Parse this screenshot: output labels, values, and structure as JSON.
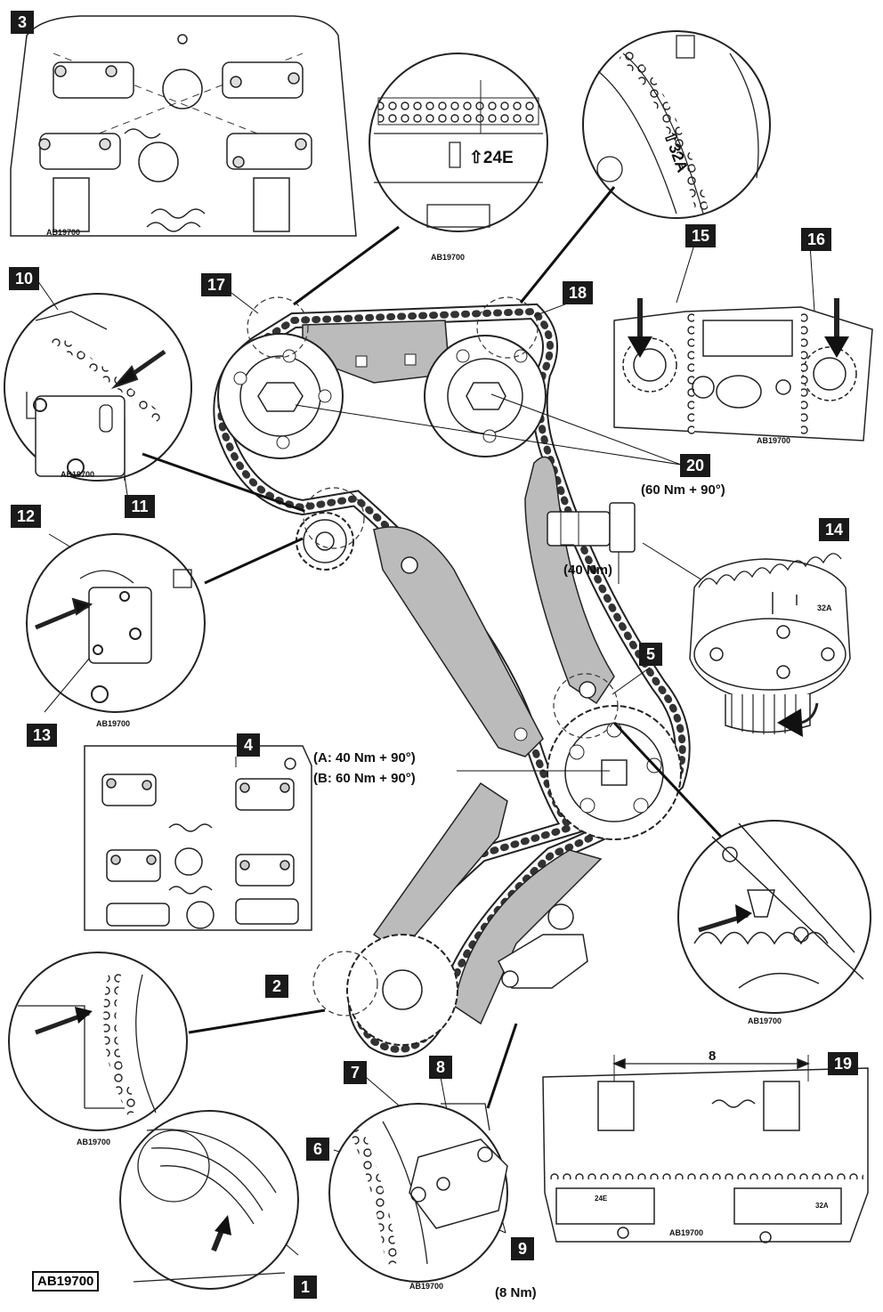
{
  "figure_code": "AB19700",
  "inset_code": "AB19700",
  "callouts": [
    "1",
    "2",
    "3",
    "4",
    "5",
    "6",
    "7",
    "8",
    "9",
    "10",
    "11",
    "12",
    "13",
    "14",
    "15",
    "16",
    "17",
    "18",
    "19",
    "20"
  ],
  "torques": {
    "t20": "(60 Nm + 90°)",
    "t40": "(40 Nm)",
    "ta": "(A: 40 Nm + 90°)",
    "tb": "(B: 60 Nm + 90°)",
    "t9": "(8 Nm)"
  },
  "timing_marks": {
    "exhaust": "24E",
    "intake": "32A",
    "intake_small": "32A",
    "exhaust_small": "24E"
  },
  "dimension": "8"
}
